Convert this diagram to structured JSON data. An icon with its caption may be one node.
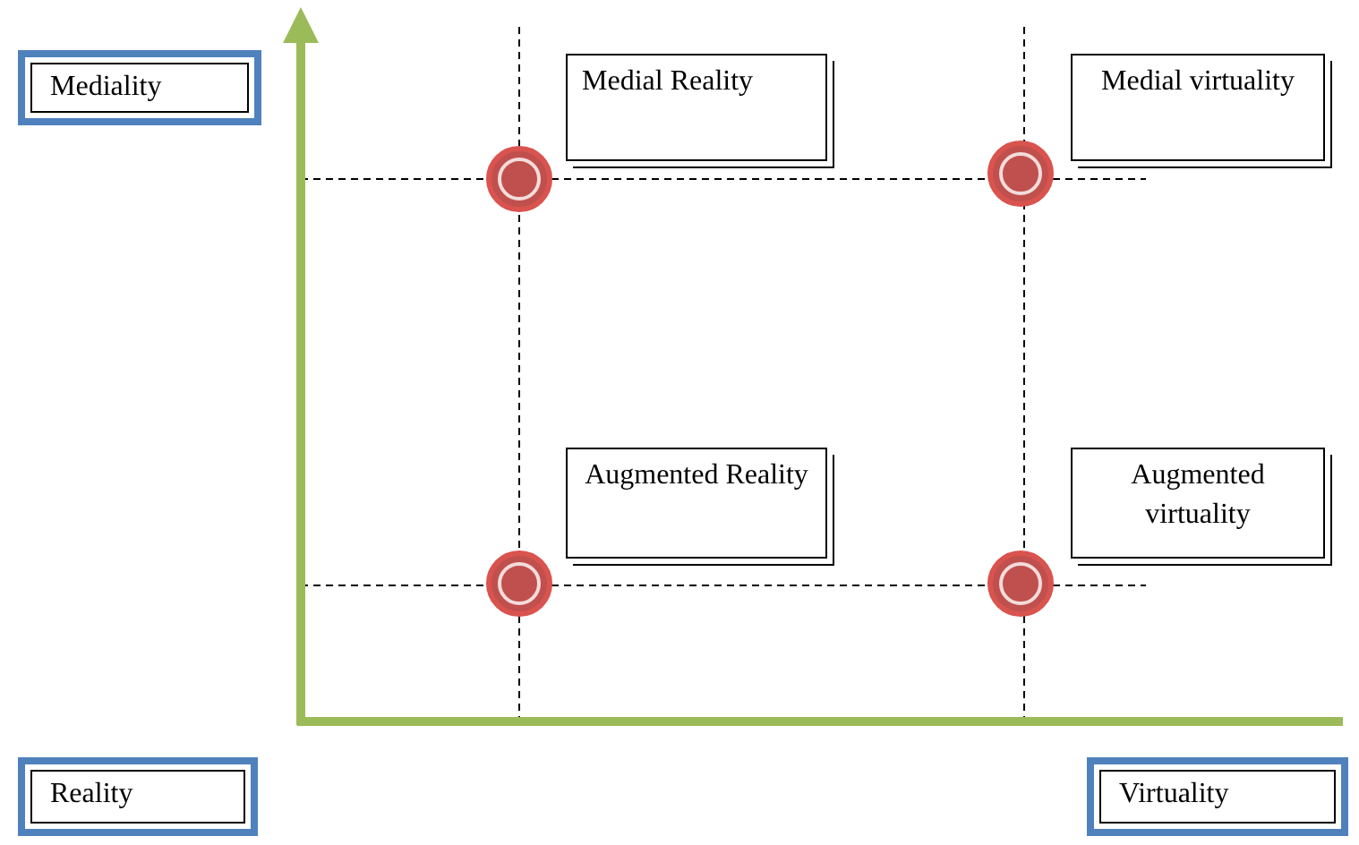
{
  "diagram": {
    "nodes": [
      {
        "text": [
          "Mediality"
        ]
      },
      {
        "text": [
          "Medial Reality"
        ]
      },
      {
        "text": [
          "Medial virtuality"
        ]
      },
      {
        "text": [
          "Augmented Reality"
        ]
      },
      {
        "text": [
          "Augmented virtuality"
        ]
      },
      {
        "text": [
          "Reality"
        ]
      },
      {
        "text": [
          "Virtuality"
        ]
      }
    ],
    "edges": []
  }
}
